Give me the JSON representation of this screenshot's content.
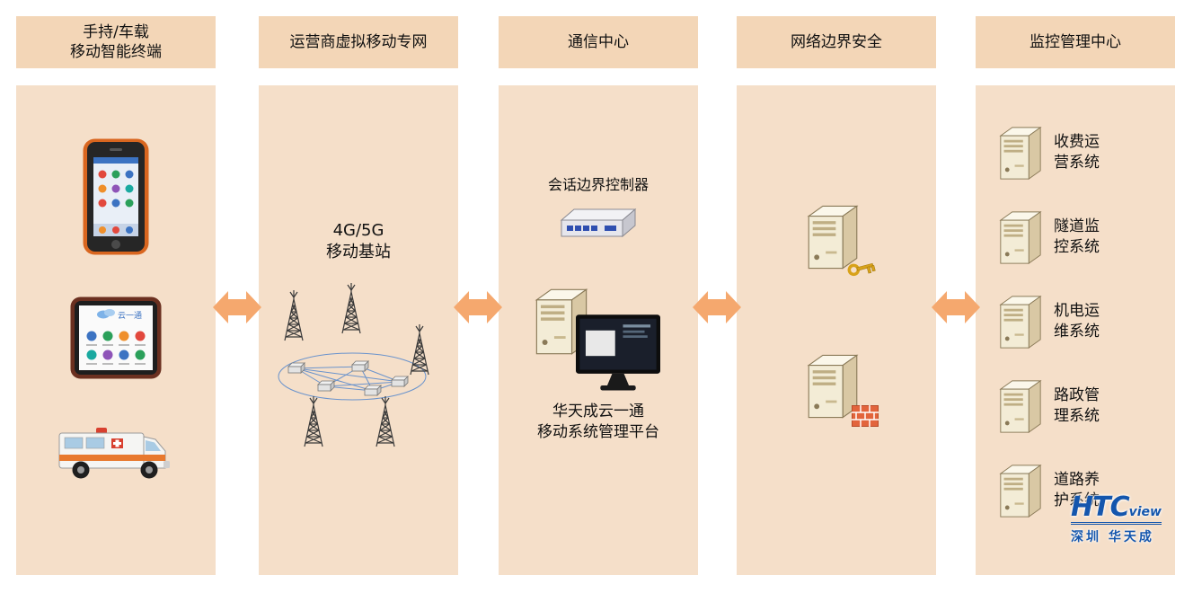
{
  "columns": {
    "terminals": {
      "header": "手持/车载\n移动智能终端",
      "tablet_logo": "云一通"
    },
    "carrier_network": {
      "header": "运营商虚拟移动专网",
      "label": "4G/5G\n移动基站"
    },
    "comm_center": {
      "header": "通信中心",
      "sbc_label": "会话边界控制器",
      "platform_label": "华天成云一通\n移动系统管理平台"
    },
    "border_security": {
      "header": "网络边界安全"
    },
    "monitoring": {
      "header": "监控管理中心",
      "systems": [
        {
          "label": "收费运\n营系统"
        },
        {
          "label": "隧道监\n控系统"
        },
        {
          "label": "机电运\n维系统"
        },
        {
          "label": "路政管\n理系统"
        },
        {
          "label": "道路养\n护系统"
        }
      ]
    }
  },
  "logo": {
    "brand_main": "HTC",
    "brand_sub": "view",
    "subtitle": "深圳  华天成"
  },
  "colors": {
    "panel_bg": "#f5dfc9",
    "header_bg": "#f3d6b7",
    "arrow": "#f5a86e",
    "logo_blue": "#1456ad"
  }
}
